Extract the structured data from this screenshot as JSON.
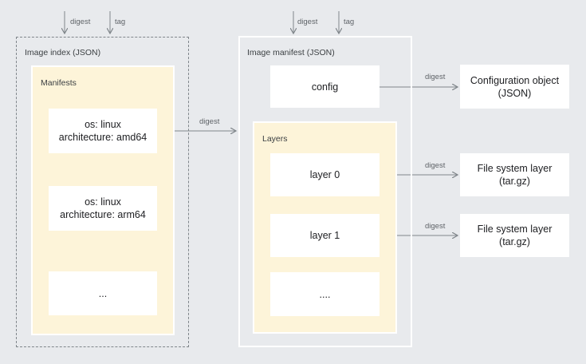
{
  "diagram": {
    "top_inputs": {
      "index_digest": "digest",
      "index_tag": "tag",
      "manifest_digest": "digest",
      "manifest_tag": "tag"
    },
    "image_index": {
      "title": "Image index (JSON)",
      "manifests_label": "Manifests",
      "entries": [
        "os: linux\narchitecture: amd64",
        "os: linux\narchitecture: arm64",
        "..."
      ]
    },
    "image_manifest": {
      "title": "Image manifest (JSON)",
      "config_label": "config",
      "layers_label": "Layers",
      "layers": [
        "layer 0",
        "layer 1",
        "...."
      ]
    },
    "edges": {
      "index_to_manifest": "digest",
      "config_to_object": "digest",
      "layer0_to_fs": "digest",
      "layer1_to_fs": "digest"
    },
    "targets": {
      "config_object": "Configuration object\n(JSON)",
      "fs_layer_0": "File system layer\n(tar.gz)",
      "fs_layer_1": "File system layer\n(tar.gz)"
    },
    "colors": {
      "background": "#e8eaed",
      "panel": "#fdf4d9",
      "box": "#ffffff",
      "line": "#80868b"
    }
  }
}
